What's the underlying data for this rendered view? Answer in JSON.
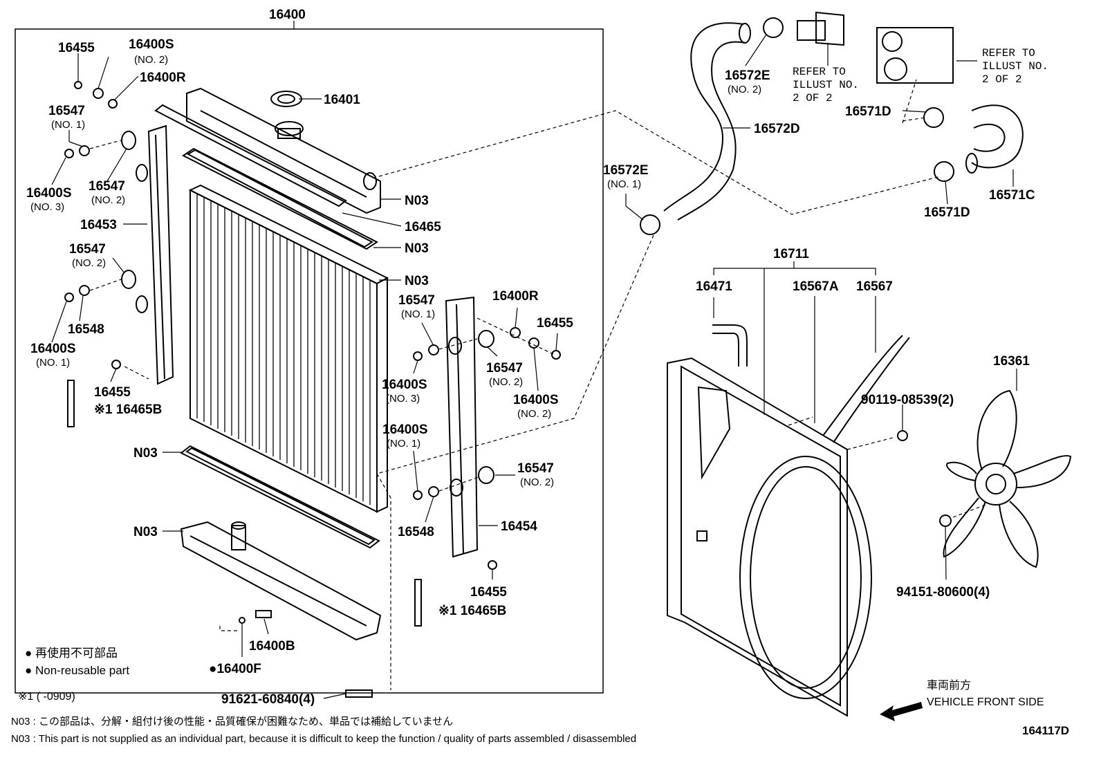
{
  "labels": {
    "main_assembly": "16400",
    "p16455_a": "16455",
    "p16400s_a": "16400S",
    "no2_a": "(NO. 2)",
    "p16400r_a": "16400R",
    "p16401": "16401",
    "p16547_a": "16547",
    "no1_a": "(NO. 1)",
    "p16400s_b": "16400S",
    "no3_a": "(NO. 3)",
    "p16547_b": "16547",
    "no2_b": "(NO. 2)",
    "n03_a": "N03",
    "p16465": "16465",
    "p16453": "16453",
    "n03_b": "N03",
    "p16547_c": "16547",
    "no2_c": "(NO. 2)",
    "n03_c": "N03",
    "p16548_a": "16548",
    "p16400s_c": "16400S",
    "no1_b": "(NO. 1)",
    "p16547_d": "16547",
    "no1_c": "(NO. 1)",
    "p16400r_b": "16400R",
    "p16455_b": "16455",
    "p16455_c": "16455",
    "p16465b_a": "※1 16465B",
    "p16547_e": "16547",
    "no2_d": "(NO. 2)",
    "p16400s_d": "16400S",
    "no3_b": "(NO. 3)",
    "p16400s_e": "16400S",
    "no2_e": "(NO. 2)",
    "n03_d": "N03",
    "p16400s_f": "16400S",
    "no1_d": "(NO. 1)",
    "p16547_f": "16547",
    "no2_f": "(NO. 2)",
    "n03_e": "N03",
    "p16548_b": "16548",
    "p16454": "16454",
    "p16455_d": "16455",
    "p16465b_b": "※1 16465B",
    "p16400b": "16400B",
    "p16400f": "●16400F",
    "bolt": "91621-60840(4)",
    "p16572e_a": "16572E",
    "no2_g": "(NO. 2)",
    "p16572d": "16572D",
    "p16572e_b": "16572E",
    "no1_e": "(NO. 1)",
    "p16571d_a": "16571D",
    "p16571c": "16571C",
    "p16571d_b": "16571D",
    "p16711": "16711",
    "p16471": "16471",
    "p16567a": "16567A",
    "p16567": "16567",
    "p16361": "16361",
    "bolt2": "90119-08539(2)",
    "nut": "94151-80600(4)"
  },
  "refer_1": [
    "REFER TO",
    "ILLUST NO.",
    "2 OF 2"
  ],
  "refer_2": [
    "REFER TO",
    "ILLUST NO.",
    "2 OF 2"
  ],
  "legend": {
    "jp": "● 再使用不可部品",
    "en": "● Non-reusable part"
  },
  "footnote": "※1 (      -0909)",
  "notes": {
    "jp": "N03 : この部品は、分解・組付け後の性能・品質確保が困難なため、単品では補給していません",
    "en": "N03 : This part is not supplied as an individual part, because it is difficult to keep the function / quality of parts assembled / disassembled"
  },
  "direction": {
    "jp": "車両前方",
    "en": "VEHICLE FRONT SIDE"
  },
  "illustration_code": "164117D"
}
